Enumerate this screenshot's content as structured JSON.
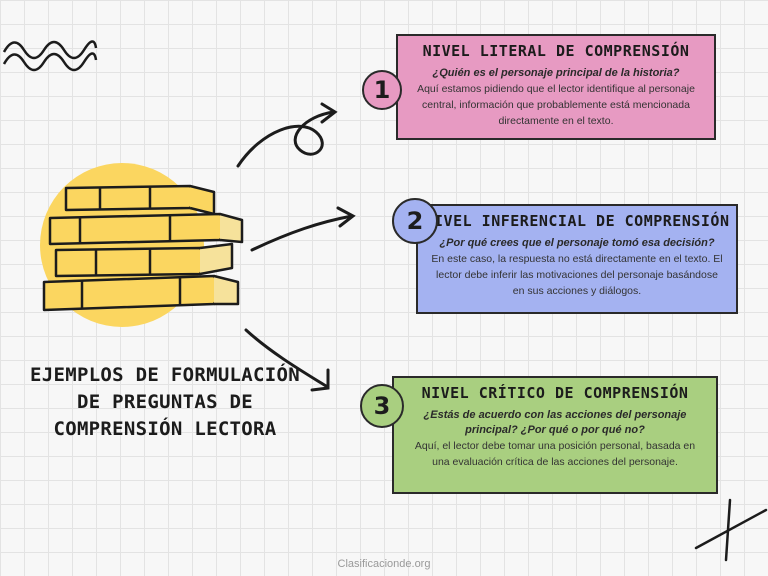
{
  "title": "EJEMPLOS DE FORMULACIÓN DE PREGUNTAS DE COMPRENSIÓN LECTORA",
  "footer": "Clasificacionde.org",
  "cards": [
    {
      "number": "1",
      "title": "NIVEL LITERAL DE COMPRENSIÓN",
      "question": "¿Quién es el personaje principal de la historia?",
      "description": "Aquí estamos pidiendo que el lector identifique al personaje central, información que probablemente está mencionada directamente en el texto.",
      "color": "#e79ac2"
    },
    {
      "number": "2",
      "title": "NIVEL INFERENCIAL DE COMPRENSIÓN",
      "question": "¿Por qué crees que el personaje tomó esa decisión?",
      "description": "En este caso, la respuesta no está directamente en el texto. El lector debe inferir las motivaciones del personaje basándose en sus acciones y diálogos.",
      "color": "#a4b2f1"
    },
    {
      "number": "3",
      "title": "NIVEL CRÍTICO DE COMPRENSIÓN",
      "question": "¿Estás de acuerdo con las acciones del personaje principal? ¿Por qué o por qué no?",
      "description": "Aquí, el lector debe tomar una posición personal, basada en una evaluación crítica de las acciones del personaje.",
      "color": "#a9cf80"
    }
  ]
}
